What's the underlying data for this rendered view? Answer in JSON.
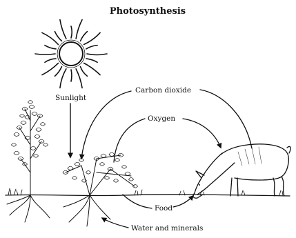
{
  "title": "Photosynthesis",
  "labels": {
    "sunlight": "Sunlight",
    "carbon_dioxide": "Carbon dioxide",
    "oxygen": "Oxygen",
    "food": "Food",
    "water_and_minerals": "Water and minerals"
  },
  "colors": {
    "ink": "#111111",
    "background": "#ffffff"
  }
}
